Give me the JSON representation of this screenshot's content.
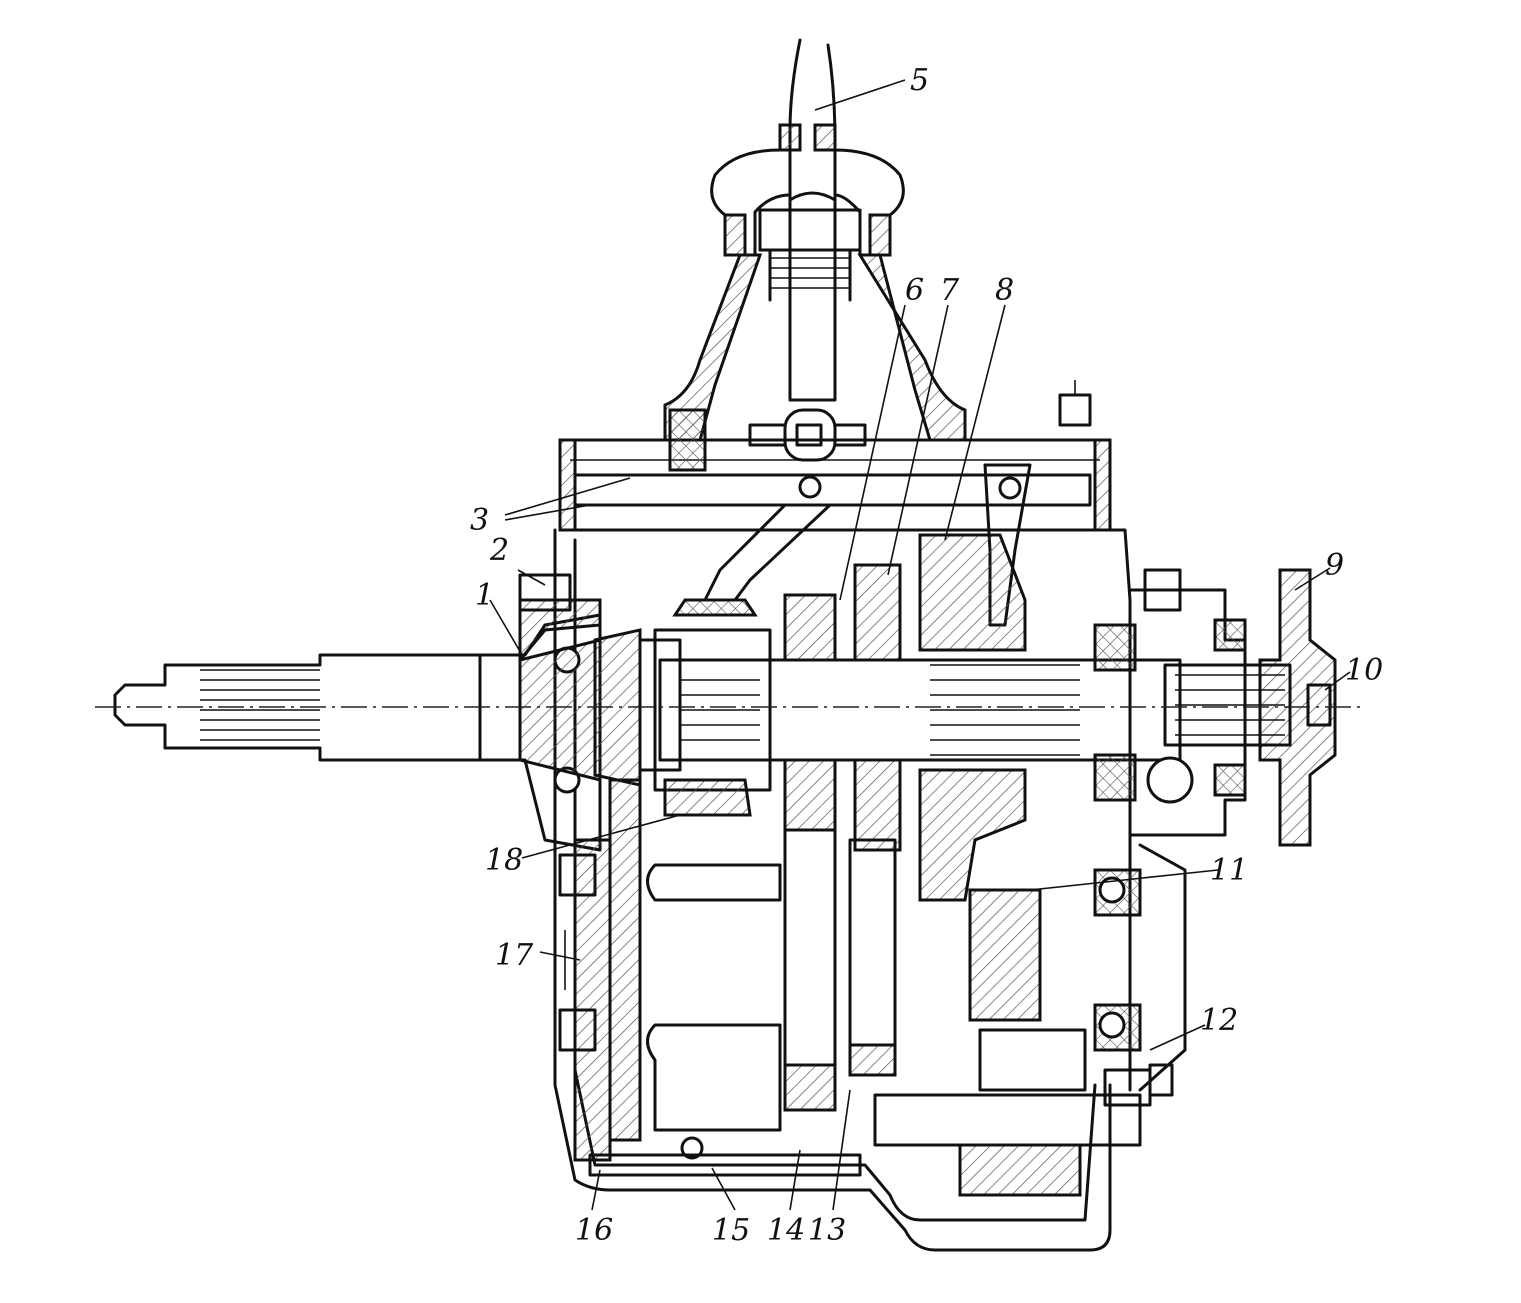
{
  "diagram": {
    "callouts": [
      {
        "id": "c1",
        "label": "1"
      },
      {
        "id": "c2",
        "label": "2"
      },
      {
        "id": "c3",
        "label": "3"
      },
      {
        "id": "c5",
        "label": "5"
      },
      {
        "id": "c6",
        "label": "6"
      },
      {
        "id": "c7",
        "label": "7"
      },
      {
        "id": "c8",
        "label": "8"
      },
      {
        "id": "c9",
        "label": "9"
      },
      {
        "id": "c10",
        "label": "10"
      },
      {
        "id": "c11",
        "label": "11"
      },
      {
        "id": "c12",
        "label": "12"
      },
      {
        "id": "c13",
        "label": "13"
      },
      {
        "id": "c14",
        "label": "14"
      },
      {
        "id": "c15",
        "label": "15"
      },
      {
        "id": "c16",
        "label": "16"
      },
      {
        "id": "c17",
        "label": "17"
      },
      {
        "id": "c18",
        "label": "18"
      }
    ],
    "ink_color": "#111111",
    "background_color": "#ffffff"
  }
}
